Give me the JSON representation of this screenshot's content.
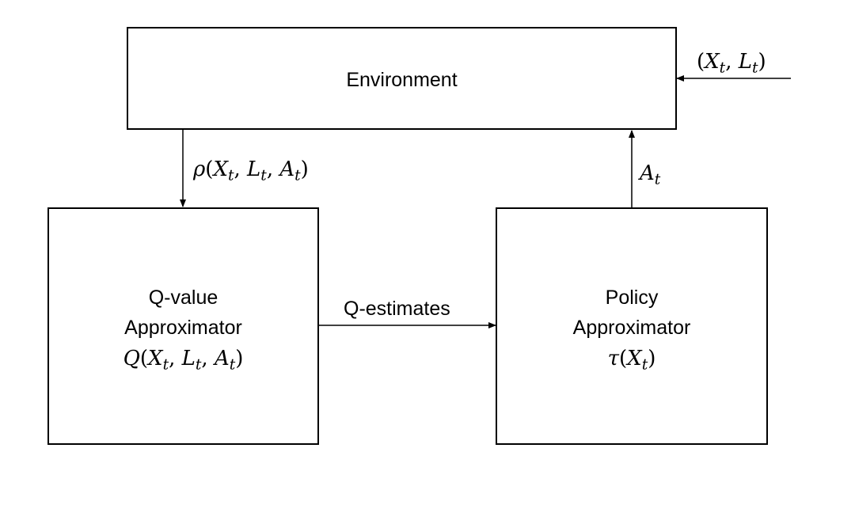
{
  "nodes": {
    "environment": {
      "label": "Environment"
    },
    "q_value": {
      "line1": "Q-value",
      "line2": "Approximator",
      "func": "Q",
      "args": [
        {
          "base": "X",
          "sub": "t"
        },
        {
          "base": "L",
          "sub": "t"
        },
        {
          "base": "A",
          "sub": "t"
        }
      ]
    },
    "policy": {
      "line1": "Policy",
      "line2": "Approximator",
      "func": "τ",
      "args": [
        {
          "base": "X",
          "sub": "t"
        }
      ]
    }
  },
  "edges": {
    "input": {
      "args": [
        {
          "base": "X",
          "sub": "t"
        },
        {
          "base": "L",
          "sub": "t"
        }
      ]
    },
    "reward": {
      "func": "ρ",
      "args": [
        {
          "base": "X",
          "sub": "t"
        },
        {
          "base": "L",
          "sub": "t"
        },
        {
          "base": "A",
          "sub": "t"
        }
      ]
    },
    "q_estimates": {
      "label": "Q-estimates"
    },
    "action": {
      "base": "A",
      "sub": "t"
    }
  }
}
